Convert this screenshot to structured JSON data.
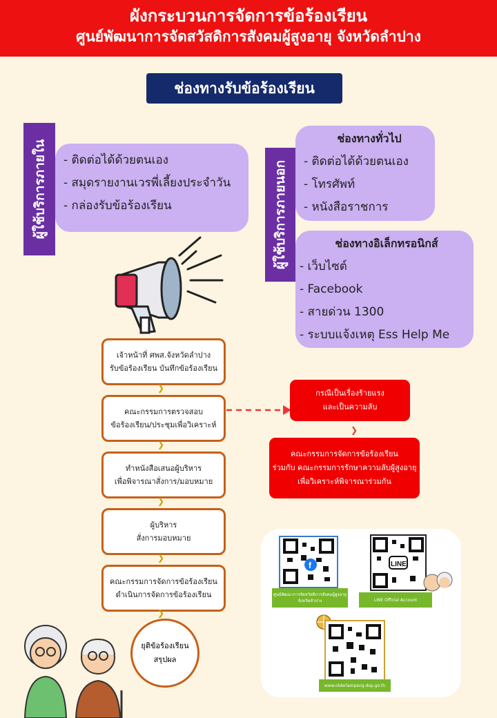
{
  "header": {
    "title_line1": "ผังกระบวนการจัดการข้อร้องเรียน",
    "title_line2": "ศูนย์พัฒนาการจัดสวัสดิการสังคมผู้สูงอายุ จังหวัดลำปาง"
  },
  "channels_title": "ช่องทางรับข้อร้องเรียน",
  "internal": {
    "label": "ผู้ใช้บริการภายใน",
    "items": [
      "- ติดต่อได้ด้วยตนเอง",
      "- สมุดรายงานเวรพี่เลี้ยงประจำวัน",
      "- กล่องรับข้อร้องเรียน"
    ]
  },
  "external": {
    "label": "ผู้ใช้บริการภายนอก",
    "general": {
      "heading": "ช่องทางทั่วไป",
      "items": [
        "- ติดต่อได้ด้วยตนเอง",
        "- โทรศัพท์",
        "- หนังสือราชการ"
      ]
    },
    "electronic": {
      "heading": "ช่องทางอิเล็กทรอนิกส์",
      "items": [
        "- เว็บไซต์",
        "- Facebook",
        "- สายด่วน 1300",
        "- ระบบแจ้งเหตุ Ess Help Me"
      ]
    }
  },
  "flow": [
    {
      "line1": "เจ้าหน้าที่ ศพส.จังหวัดลำปาง",
      "line2": "รับข้อร้องเรียน บันทึกข้อร้องเรียน"
    },
    {
      "line1": "คณะกรรมการตรวจสอบ",
      "line2": "ข้อร้องเรียน/ประชุมเพื่อวิเคราะห์"
    },
    {
      "line1": "ทำหนังสือเสนอผู้บริหาร",
      "line2": "เพื่อพิจารณาสั่งการ/มอบหมาย"
    },
    {
      "line1": "ผู้บริหาร",
      "line2": "สั่งการมอบหมาย"
    },
    {
      "line1": "คณะกรรมการจัดการข้อร้องเรียน",
      "line2": "ดำเนินการจัดการข้อร้องเรียน"
    }
  ],
  "end": {
    "line1": "ยุติข้อร้องเรียน",
    "line2": "สรุปผล"
  },
  "serious": {
    "line1": "กรณีเป็นเรื่องร้ายแรง",
    "line2": "และเป็นความลับ"
  },
  "committee": {
    "line1": "คณะกรรมการจัดการข้อร้องเรียน",
    "line2": "ร่วมกับ คณะกรรมการรักษาความลับผู้สูงอายุ",
    "line3": "เพื่อวิเคราะห์พิจารณาร่วมกัน"
  },
  "qr": {
    "facebook_caption": "ศูนย์พัฒนาการจัดสวัสดิการสังคมผู้สูงอายุ จังหวัดลำปาง",
    "line_caption": "LINE Official Account",
    "website_caption": "www.olderlampang.dop.go.th",
    "line_badge": "LINE"
  },
  "colors": {
    "header": "#ee1111",
    "purple": "#cbb0f2",
    "label_purple": "#6b2fa3",
    "navy": "#152a6b",
    "orange": "#c66018",
    "red": "#f00000"
  }
}
